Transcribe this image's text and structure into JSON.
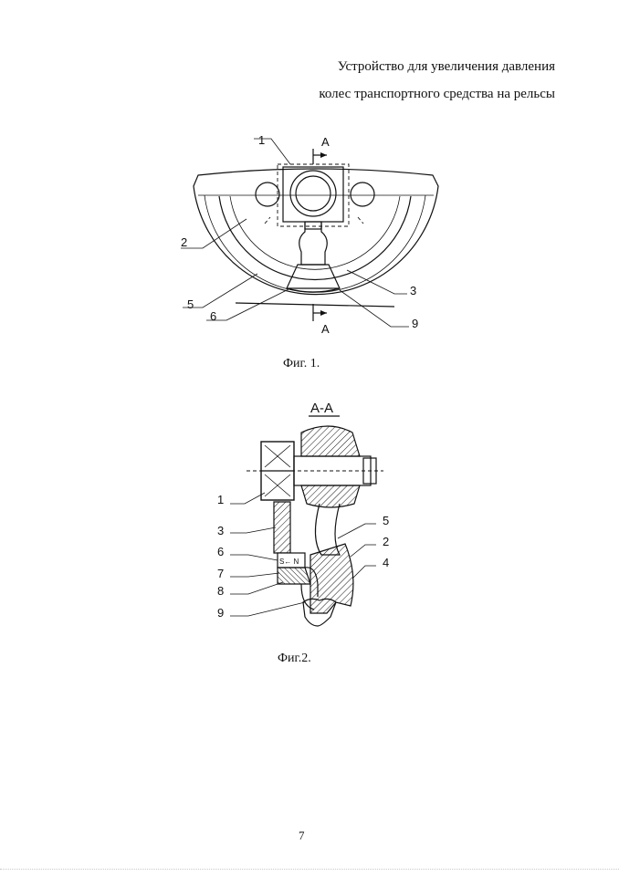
{
  "document": {
    "title_line1": "Устройство для увеличения давления",
    "title_line2": "колес транспортного средства на рельсы",
    "page_number": "7"
  },
  "figure1": {
    "caption": "Фиг. 1.",
    "section_mark": "А",
    "labels": {
      "l1": "1",
      "l2": "2",
      "l3": "3",
      "l5": "5",
      "l6": "6",
      "l9": "9"
    }
  },
  "figure2": {
    "caption": "Фиг.2.",
    "section_title": "А-А",
    "magnet_text": "S← N",
    "labels": {
      "l1": "1",
      "l3": "3",
      "l6": "6",
      "l7": "7",
      "l8": "8",
      "l9": "9",
      "l5": "5",
      "l2": "2",
      "l4": "4"
    }
  }
}
